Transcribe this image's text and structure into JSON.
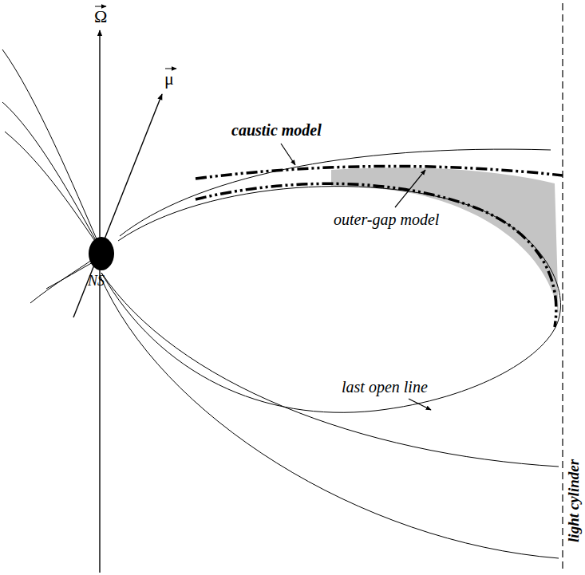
{
  "diagram": {
    "labels": [
      "Ω",
      "μ",
      "NS",
      "caustic model",
      "outer-gap model",
      "last open line",
      "light cylinder"
    ]
  }
}
